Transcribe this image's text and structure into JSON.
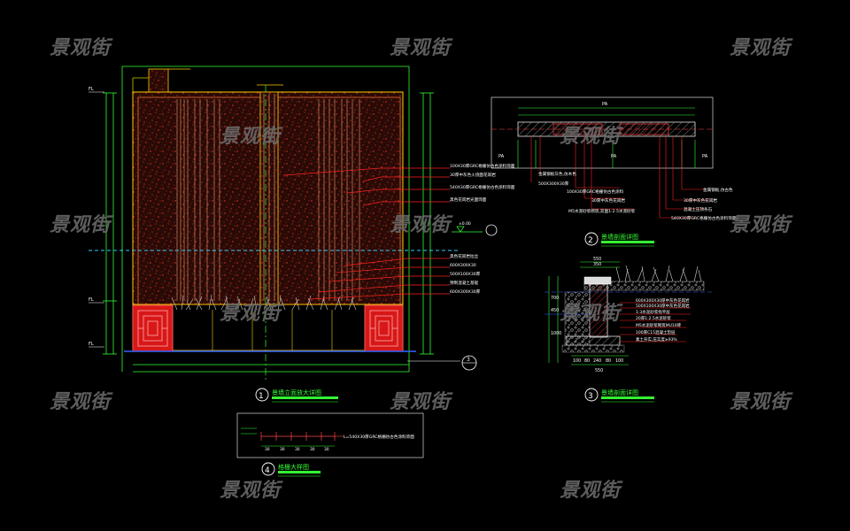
{
  "watermark": "景观街",
  "views": {
    "v1": {
      "num": "1",
      "title": "景墙立面放大详图"
    },
    "v2": {
      "num": "2",
      "title": "景墙剖面详图"
    },
    "v3": {
      "num": "3",
      "title": "景墙剖面详图"
    },
    "v4": {
      "num": "4",
      "title": "格栅大样图"
    }
  },
  "elevation": {
    "notes": [
      "100X30厚GRC格栅仿古色涂料饰面",
      "30厚中灰色火烧面花岗岩",
      "540X30厚GRC格栅仿古色涂料饰面",
      "黑色花岗岩光面饰面",
      "黑色花岗岩拉丝",
      "600X300X30",
      "500X100X30厚",
      "预制混凝土基础",
      "600X300X30厚"
    ],
    "ground_level": "±0.00",
    "marks": [
      "FL",
      "FL",
      "FL"
    ]
  },
  "plan": {
    "dims": [
      "PA",
      "PA",
      "PA",
      "PA"
    ],
    "left_notes": [
      "金属钢板灰色,仿木色",
      "500X300X30厚"
    ],
    "right_notes": [
      "100X30厚GRC格栅仿古色涂料",
      "30厚中灰色花岗岩",
      "M5水泥砂浆砌筑,双面1:2.5水泥砂浆"
    ],
    "far_notes": [
      "金属钢板,仿古色",
      "30厚中灰色花岗岩",
      "混凝土压顶条石",
      "540X30厚GRC格栅仿古色涂料饰面"
    ]
  },
  "section": {
    "top_dims": [
      "550",
      "350"
    ],
    "side_dims": [
      "700",
      "450",
      "1000"
    ],
    "bottom_dims": [
      "100",
      "80",
      "240",
      "80",
      "100"
    ],
    "total": "550",
    "notes": [
      "600X300X30厚中灰色花岗岩",
      "500X100X30厚中灰色花岗岩",
      "1:3水泥砂浆找平层",
      "20厚1:2.5水泥砂浆",
      "M5水泥砂浆砌筑MU10砖",
      "100厚C15混凝土垫层",
      "素土夯实,压实度≥93%"
    ]
  },
  "detail": {
    "note": "L=540X30厚GRC格栅仿古色涂料饰面",
    "dims": [
      "30",
      "30",
      "30",
      "30",
      "30"
    ]
  }
}
